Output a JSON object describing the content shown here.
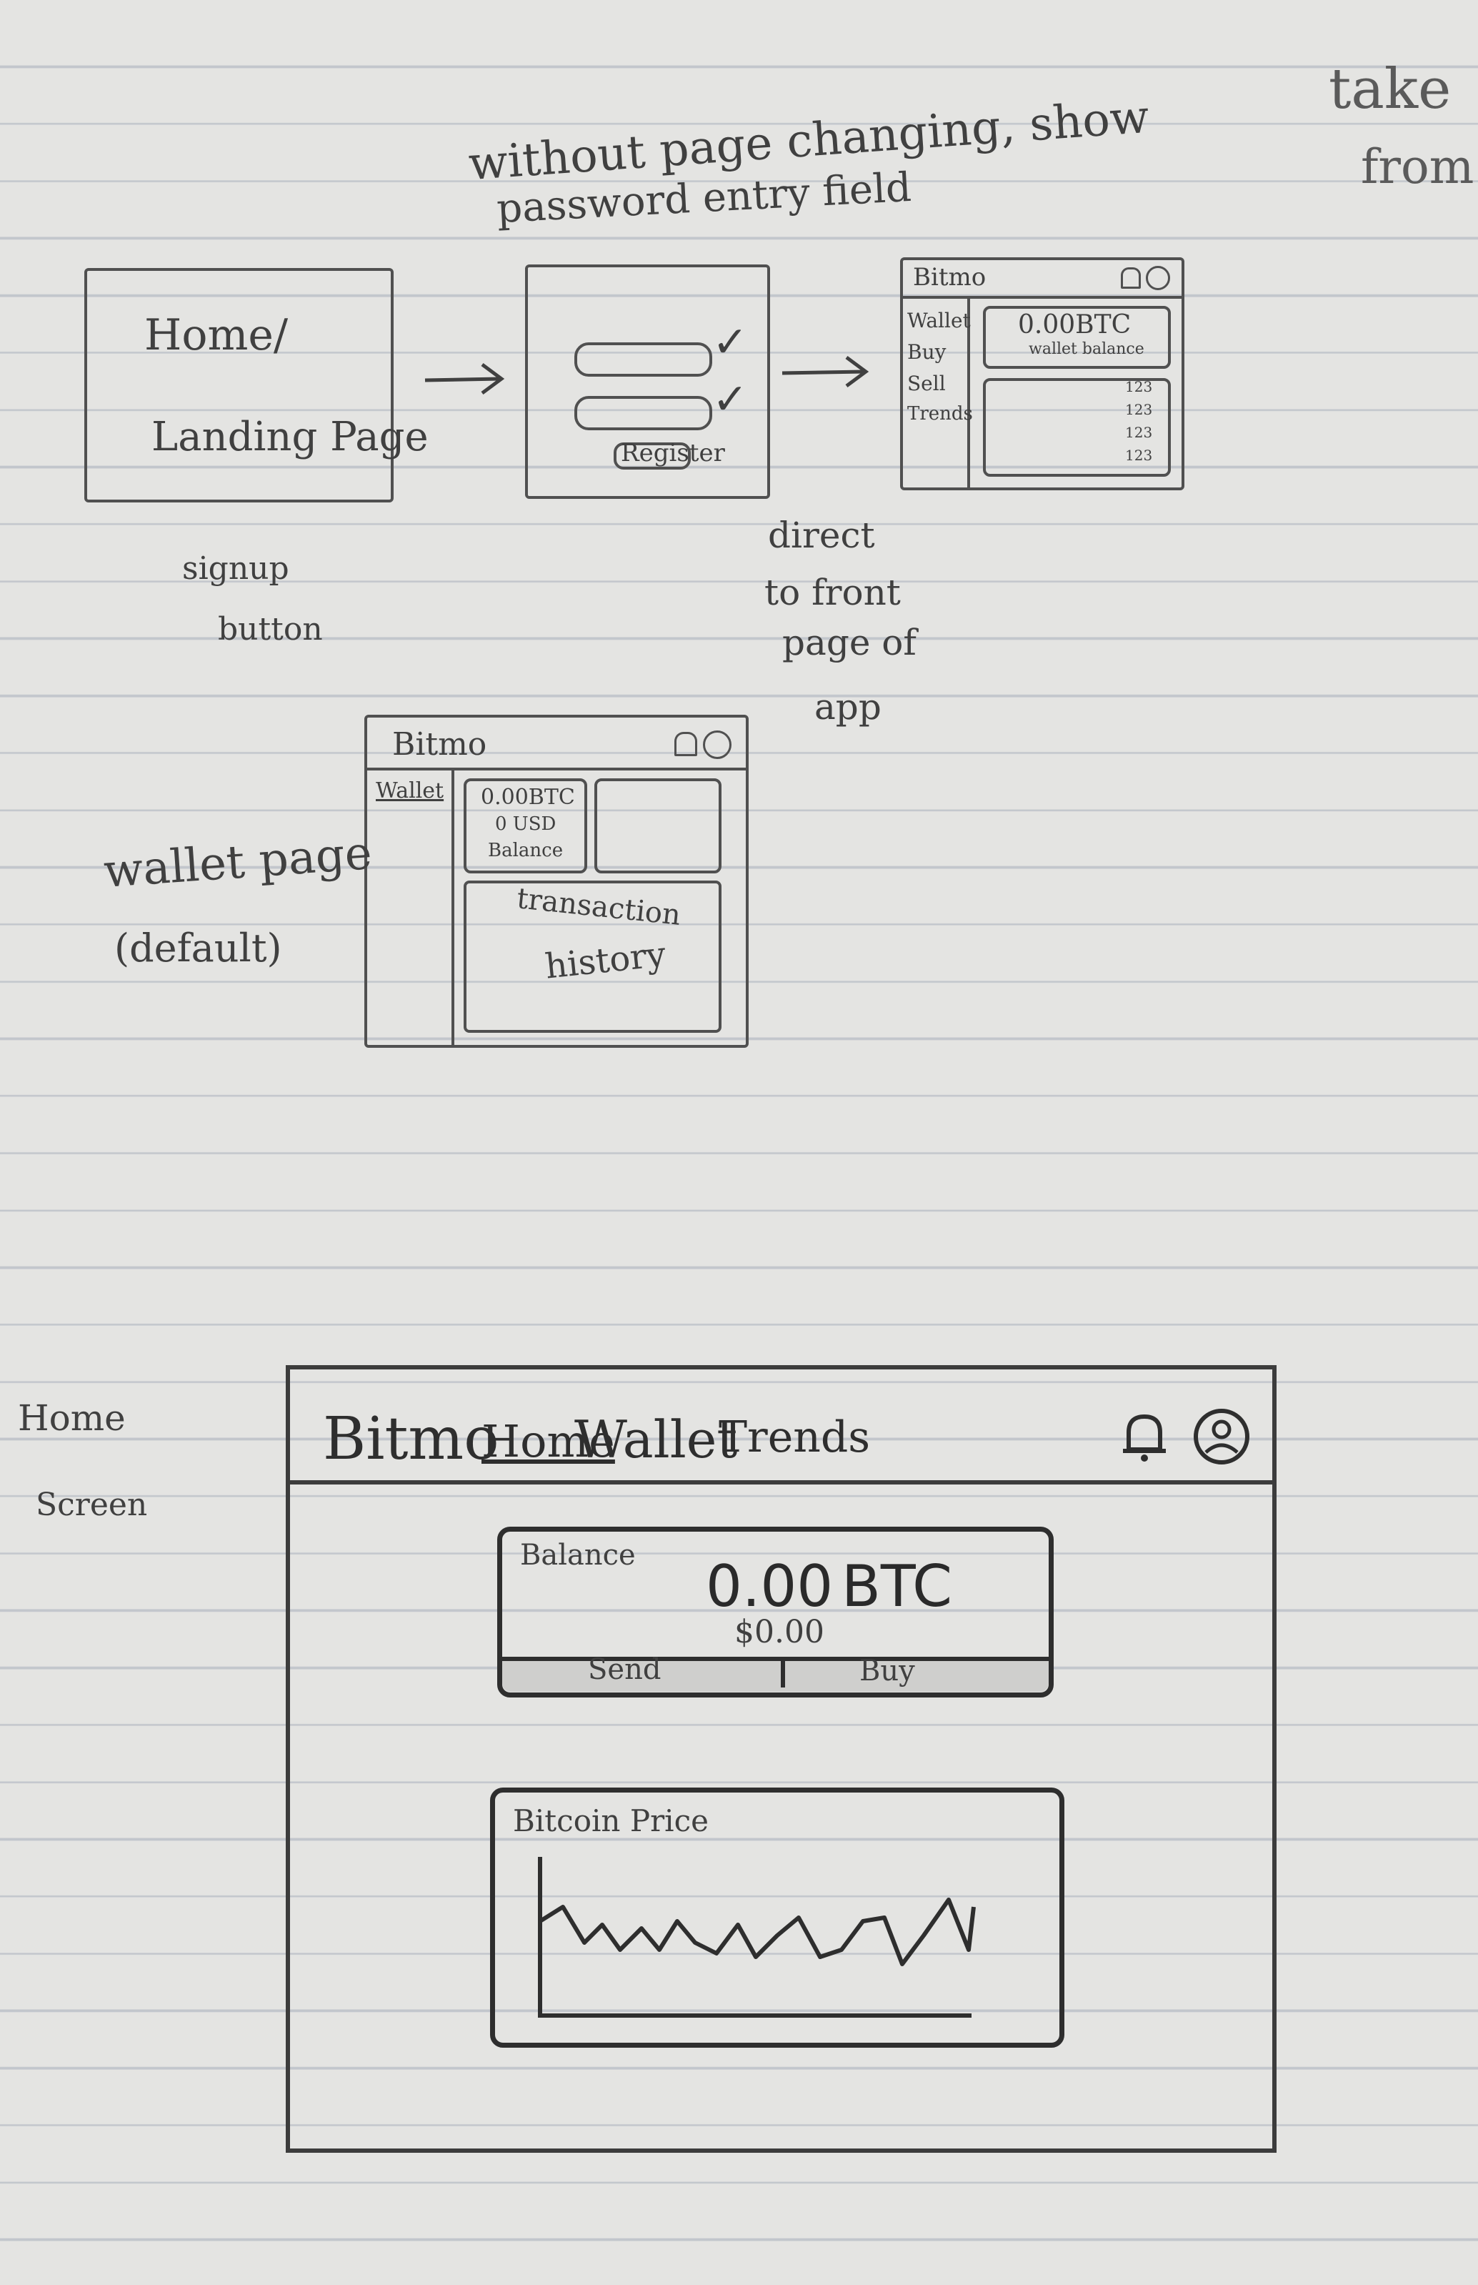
{
  "notes": {
    "take_from_line1": "take",
    "take_from_line2": "from",
    "password_note_line1": "without page changing, show",
    "password_note_line2": "password entry field",
    "signup_line1": "signup",
    "signup_line2": "button",
    "direct_line1": "direct",
    "direct_line2": "to front",
    "direct_line3": "page of",
    "direct_line4": "app",
    "wallet_page_line1": "wallet page",
    "wallet_page_line2": "(default)",
    "home_screen_line1": "Home",
    "home_screen_line2": "Screen"
  },
  "landing": {
    "line1": "Home/",
    "line2": "Landing Page"
  },
  "signup_form": {
    "register_button": "Register"
  },
  "front_page": {
    "brand": "Bitmo",
    "nav": [
      "Wallet",
      "Buy",
      "Sell",
      "Trends"
    ],
    "balance": "0.00BTC",
    "balance_caption": "wallet balance",
    "rows": [
      "123",
      "123",
      "123",
      "123"
    ]
  },
  "wallet_page": {
    "brand": "Bitmo",
    "nav_item": "Wallet",
    "btc": "0.00BTC",
    "usd": "0 USD",
    "balance_label": "Balance",
    "history_line1": "transaction",
    "history_line2": "history"
  },
  "home_screen": {
    "brand": "Bitmo",
    "nav": {
      "home": "Home",
      "wallet": "Wallet",
      "trends": "Trends"
    },
    "balance_card": {
      "label": "Balance",
      "btc_amount": "0.00",
      "btc_unit": "BTC",
      "usd_amount": "$0.00",
      "send_button": "Send",
      "buy_button": "Buy"
    },
    "price_card": {
      "label": "Bitcoin Price"
    },
    "icons": [
      "bell-icon",
      "user-icon"
    ]
  },
  "colors": {
    "pencil": "#3a3a3a",
    "paper": "#e4e4e2",
    "rule": "#c2c6cc"
  }
}
